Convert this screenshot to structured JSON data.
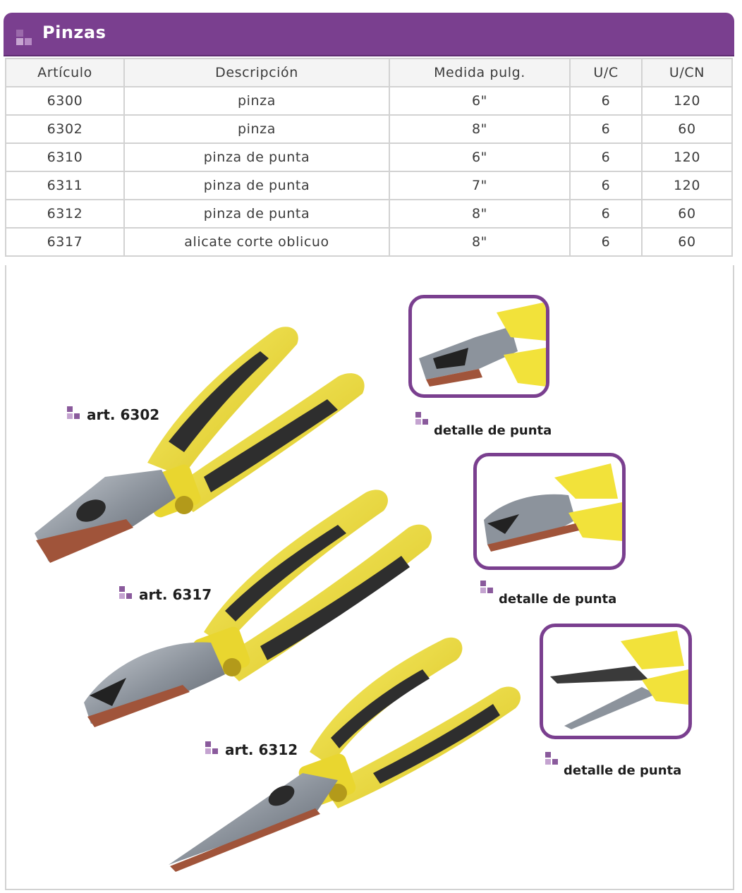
{
  "header": {
    "title": "Pinzas"
  },
  "table": {
    "columns": [
      "Artículo",
      "Descripción",
      "Medida pulg.",
      "U/C",
      "U/CN"
    ],
    "rows": [
      [
        "6300",
        "pinza",
        "6\"",
        "6",
        "120"
      ],
      [
        "6302",
        "pinza",
        "8\"",
        "6",
        "60"
      ],
      [
        "6310",
        "pinza de punta",
        "6\"",
        "6",
        "120"
      ],
      [
        "6311",
        "pinza de punta",
        "7\"",
        "6",
        "120"
      ],
      [
        "6312",
        "pinza de punta",
        "8\"",
        "6",
        "60"
      ],
      [
        "6317",
        "alicate corte oblicuo",
        "8\"",
        "6",
        "60"
      ]
    ]
  },
  "products": [
    {
      "label": "art. 6302"
    },
    {
      "label": "art. 6317"
    },
    {
      "label": "art. 6312"
    }
  ],
  "details": [
    {
      "label": "detalle de punta"
    },
    {
      "label": "detalle de punta"
    },
    {
      "label": "detalle de punta"
    }
  ],
  "colors": {
    "brand": "#7a3f8f",
    "handle_yellow": "#f2e23a",
    "grip_black": "#2e2e2e",
    "steel": "#8c939c",
    "copper": "#a0543a"
  }
}
